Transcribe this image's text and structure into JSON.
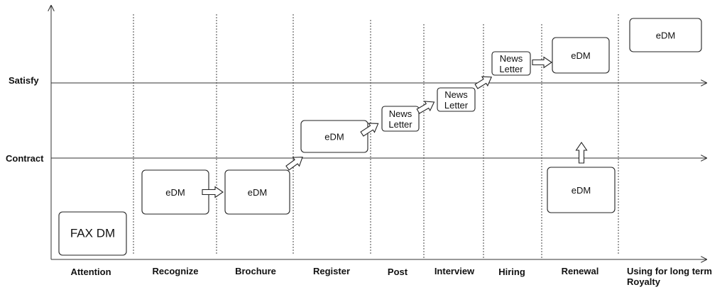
{
  "y_levels": {
    "satisfy": "Satisfy",
    "contract": "Contract"
  },
  "stages": [
    {
      "label": "Attention"
    },
    {
      "label": "Recognize"
    },
    {
      "label": "Brochure"
    },
    {
      "label": "Register"
    },
    {
      "label": "Post"
    },
    {
      "label": "Interview"
    },
    {
      "label": "Hiring"
    },
    {
      "label": "Renewal"
    },
    {
      "label": "Using for long term Royalty",
      "lines": [
        "Using for long term",
        "Royalty"
      ]
    }
  ],
  "boxes": [
    {
      "id": "fax-dm",
      "stage": "Attention",
      "text": [
        "FAX DM"
      ]
    },
    {
      "id": "edm-recognize",
      "stage": "Recognize",
      "text": [
        "eDM"
      ]
    },
    {
      "id": "edm-brochure",
      "stage": "Brochure",
      "text": [
        "eDM"
      ]
    },
    {
      "id": "edm-register",
      "stage": "Register",
      "text": [
        "eDM"
      ]
    },
    {
      "id": "newsletter-post",
      "stage": "Post",
      "text": [
        "News",
        "Letter"
      ]
    },
    {
      "id": "newsletter-interview",
      "stage": "Interview",
      "text": [
        "News",
        "Letter"
      ]
    },
    {
      "id": "newsletter-hiring",
      "stage": "Hiring",
      "text": [
        "News",
        "Letter"
      ]
    },
    {
      "id": "edm-renewal-top",
      "stage": "Renewal",
      "text": [
        "eDM"
      ]
    },
    {
      "id": "edm-renewal-bottom",
      "stage": "Renewal",
      "text": [
        "eDM"
      ]
    },
    {
      "id": "edm-royalty",
      "stage": "Using for long term Royalty",
      "text": [
        "eDM"
      ]
    }
  ],
  "arrows": [
    {
      "from": "edm-recognize",
      "to": "edm-brochure"
    },
    {
      "from": "edm-brochure",
      "to": "edm-register"
    },
    {
      "from": "edm-register",
      "to": "newsletter-post"
    },
    {
      "from": "newsletter-post",
      "to": "newsletter-interview"
    },
    {
      "from": "newsletter-interview",
      "to": "newsletter-hiring"
    },
    {
      "from": "newsletter-hiring",
      "to": "edm-renewal-top"
    },
    {
      "from": "edm-renewal-bottom",
      "to": "edm-renewal-top"
    }
  ]
}
